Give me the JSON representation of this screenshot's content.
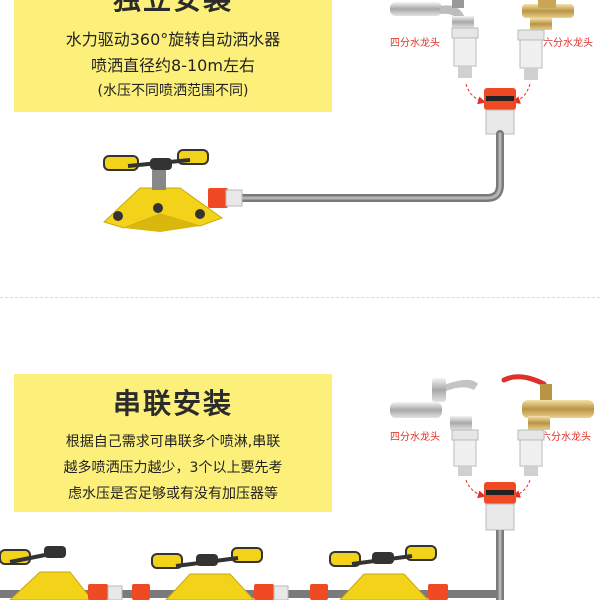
{
  "colors": {
    "card_bg": "#fdf07a",
    "accent_red": "#e0302b",
    "sprinkler_yellow": "#f3d21a",
    "connector_orange": "#ef4a23",
    "hose_gray": "#8a8a8a"
  },
  "section1": {
    "title": "独立安装",
    "lines": [
      "水力驱动360°旋转自动洒水器",
      "喷洒直径约8-10m左右",
      "(水压不同喷洒范围不同)"
    ],
    "tap_left_label": "四分水龙头",
    "tap_right_label": "六分水龙头"
  },
  "section2": {
    "title": "串联安装",
    "lines": [
      "根据自己需求可串联多个喷淋,串联",
      "越多喷洒压力越少，3个以上要先考",
      "虑水压是否足够或有没有加压器等"
    ],
    "tap_left_label": "四分水龙头",
    "tap_right_label": "六分水龙头"
  }
}
